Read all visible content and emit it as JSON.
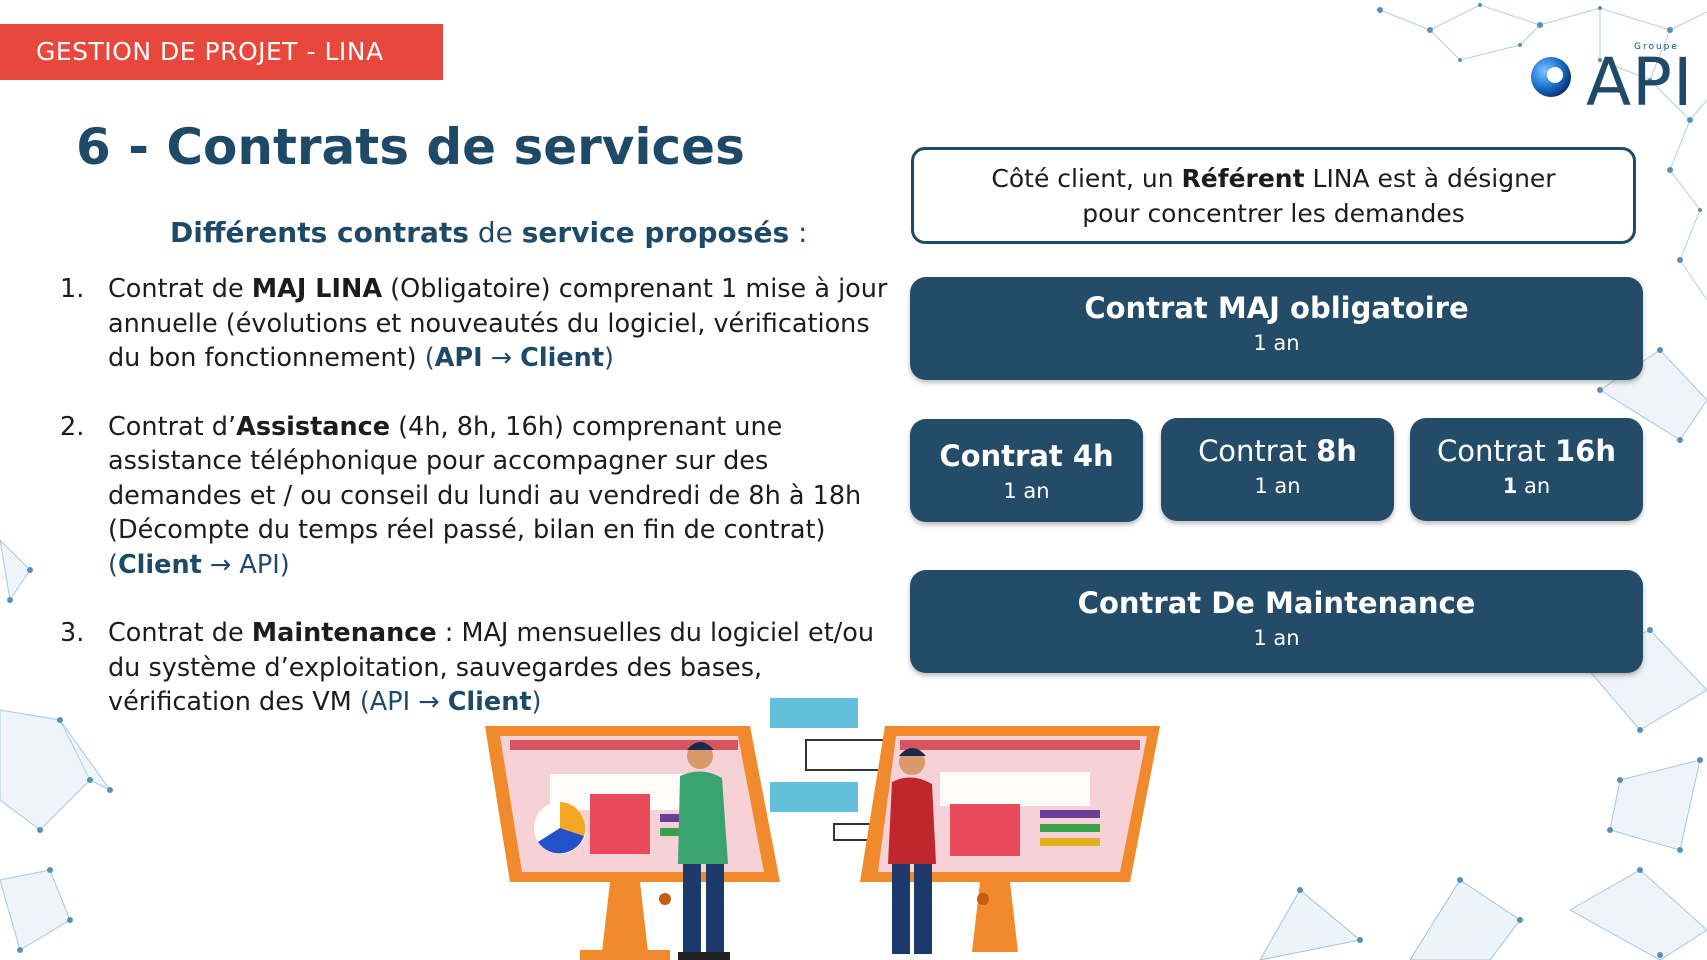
{
  "banner": "GESTION DE PROJET - LINA",
  "logo": {
    "groupe": "Groupe",
    "name": "API"
  },
  "title": "6 - Contrats de services",
  "subtitle": {
    "part1": "Différents contrats",
    "part2": " de ",
    "part3": "service proposés",
    "part4": " :"
  },
  "items": [
    {
      "num": "1.",
      "line1": {
        "a": "Contrat de ",
        "b": "MAJ LINA",
        "c": " (Obligatoire) comprenant 1 mise à jour"
      },
      "line2": "annuelle (évolutions et nouveautés du logiciel, vérifications",
      "line3": {
        "a": "du bon fonctionnement) ",
        "d1": "(",
        "d2": "API",
        "d3": " → ",
        "d4": "Client",
        "d5": ")"
      }
    },
    {
      "num": "2.",
      "line1": {
        "a": "Contrat d’",
        "b": "Assistance",
        "c": " (4h, 8h, 16h) comprenant une"
      },
      "line2": "assistance téléphonique pour accompagner sur des",
      "line3": "demandes et / ou conseil du lundi au vendredi de 8h à 18h",
      "line4": "(Décompte du temps réel passé, bilan en fin de contrat)",
      "line5": {
        "d1": "(",
        "d2": "Client",
        "d3": " → API)"
      }
    },
    {
      "num": "3.",
      "line1": {
        "a": "Contrat de ",
        "b": "Maintenance",
        "c": " : MAJ mensuelles du logiciel et/ou"
      },
      "line2": "du système d’exploitation, sauvegardes des bases,",
      "line3": {
        "a": "vérification des VM ",
        "d1": "(API → ",
        "d2": "Client",
        "d3": ")"
      }
    }
  ],
  "referent": {
    "l1a": "Côté client, un ",
    "l1b": "Référent",
    "l1c": " LINA est à désigner",
    "l2": "pour concentrer les demandes"
  },
  "cards": {
    "maj": {
      "main": "Contrat MAJ obligatoire",
      "sub": "1 an"
    },
    "c4": {
      "main_a": "Contrat 4h",
      "sub": "1 an"
    },
    "c8": {
      "main_a": "Contrat ",
      "main_b": "8h",
      "sub": "1 an"
    },
    "c16": {
      "main_a": "Contrat ",
      "main_b": "16h",
      "sub_a": "1",
      "sub_b": " an"
    },
    "maint": {
      "main": "Contrat De Maintenance",
      "sub": "1 an"
    }
  },
  "colors": {
    "banner": "#e8473c",
    "navy": "#244b68",
    "title": "#1f4a67",
    "screen": "#f08a2c"
  }
}
